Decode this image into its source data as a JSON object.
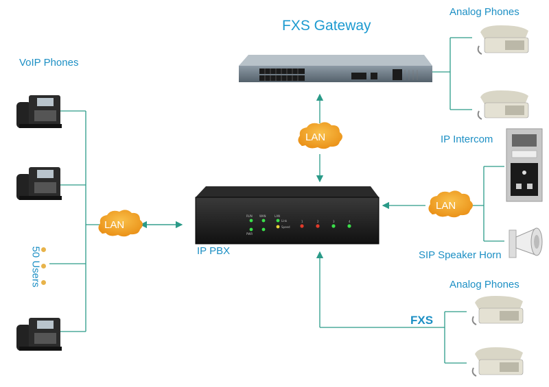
{
  "labels": {
    "fxs_gateway": "FXS Gateway",
    "analog_phones_top": "Analog Phones",
    "voip_phones": "VoIP Phones",
    "ip_intercom": "IP Intercom",
    "ip_pbx": "IP PBX",
    "sip_speaker_horn": "SIP Speaker Horn",
    "analog_phones_bottom": "Analog Phones",
    "fxs": "FXS",
    "users": "50 Users"
  },
  "lan_clouds": [
    "LAN",
    "LAN",
    "LAN"
  ],
  "pbx_panel": {
    "pwr": "PWR",
    "run": "RUN",
    "wan": "WAN",
    "lan": "LAN",
    "link": "Link",
    "speed": "Speed",
    "ports": [
      "1",
      "2",
      "3",
      "4"
    ]
  },
  "colors": {
    "line": "#2a9a88",
    "label": "#1c8fc4",
    "cloud": "#f2a120",
    "device": "#1a1a1a"
  }
}
